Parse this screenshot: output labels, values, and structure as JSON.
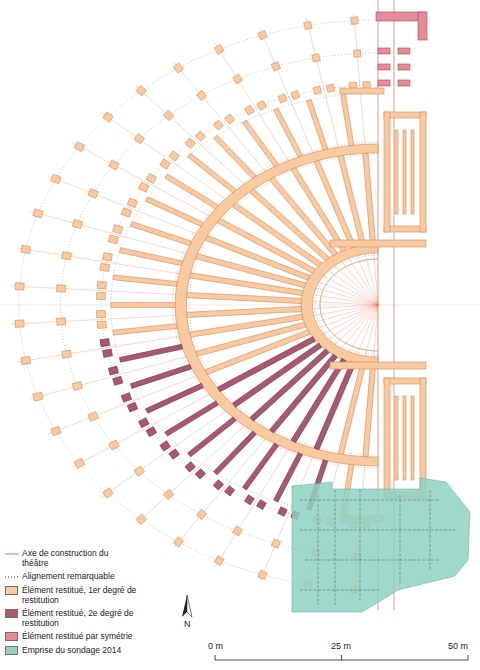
{
  "diagram": {
    "labels": [
      "N",
      "0 m",
      "25 m",
      "50 m"
    ],
    "legend": [
      {
        "text": "Axe de construction du théâtre"
      },
      {
        "text": "Alignement remarquable"
      },
      {
        "text": "Élément restitué, 1er degré de restitution",
        "color": "#f9c9a0"
      },
      {
        "text": "Élément restitué, 2e degré de restitution",
        "color": "#a8586f"
      },
      {
        "text": "Élément restitué par symétrie",
        "color": "#e58a97"
      },
      {
        "text": "Emprise du sondage 2014",
        "color": "#8fd3c4"
      }
    ]
  }
}
